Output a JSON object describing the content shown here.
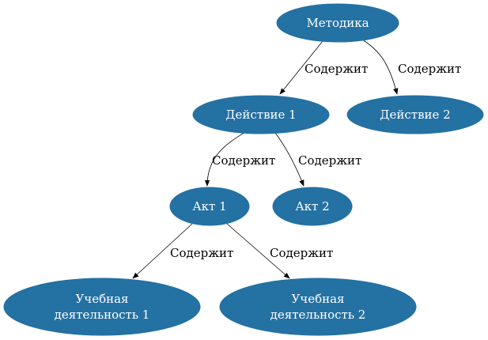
{
  "colors": {
    "node_fill": "#2471a3",
    "node_text": "#ffffff",
    "edge": "#000000"
  },
  "nodes": [
    {
      "id": "metodika",
      "lines": [
        "Методика"
      ]
    },
    {
      "id": "action1",
      "lines": [
        "Действие 1"
      ]
    },
    {
      "id": "action2",
      "lines": [
        "Действие 2"
      ]
    },
    {
      "id": "act1",
      "lines": [
        "Акт 1"
      ]
    },
    {
      "id": "act2",
      "lines": [
        "Акт 2"
      ]
    },
    {
      "id": "study1",
      "lines": [
        "Учебная",
        "деятельность 1"
      ]
    },
    {
      "id": "study2",
      "lines": [
        "Учебная",
        "деятельность 2"
      ]
    }
  ],
  "edges": [
    {
      "from": "metodika",
      "to": "action1",
      "label": "Содержит"
    },
    {
      "from": "metodika",
      "to": "action2",
      "label": "Содержит"
    },
    {
      "from": "action1",
      "to": "act1",
      "label": "Содержит"
    },
    {
      "from": "action1",
      "to": "act2",
      "label": "Содержит"
    },
    {
      "from": "act1",
      "to": "study1",
      "label": "Содержит"
    },
    {
      "from": "act1",
      "to": "study2",
      "label": "Содержит"
    }
  ]
}
